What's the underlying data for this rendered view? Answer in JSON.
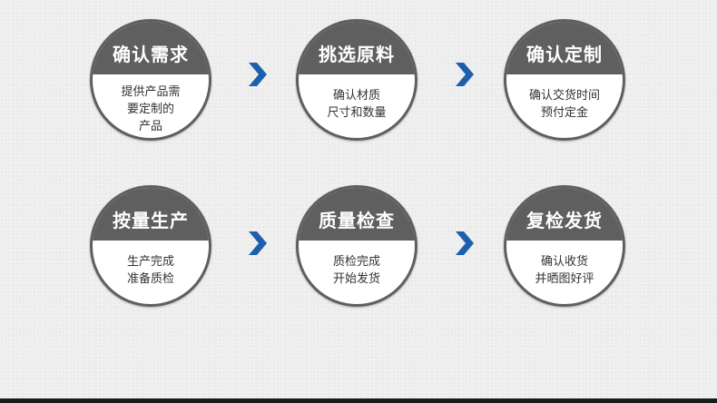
{
  "steps": [
    {
      "title": "确认需求",
      "lines": [
        "提供产品需",
        "要定制的",
        "产品"
      ]
    },
    {
      "title": "挑选原料",
      "lines": [
        "确认材质",
        "尺寸和数量"
      ]
    },
    {
      "title": "确认定制",
      "lines": [
        "确认交货时间",
        "预付定金"
      ]
    },
    {
      "title": "按量生产",
      "lines": [
        "生产完成",
        "准备质检"
      ]
    },
    {
      "title": "质量检查",
      "lines": [
        "质检完成",
        "开始发货"
      ]
    },
    {
      "title": "复检发货",
      "lines": [
        "确认收货",
        "并晒图好评"
      ]
    }
  ],
  "colors": {
    "circle_header": "#5f5f5f",
    "arrow": "#1d5fae",
    "text": "#333333"
  },
  "icons": {
    "arrow": "chevron-right-icon"
  }
}
